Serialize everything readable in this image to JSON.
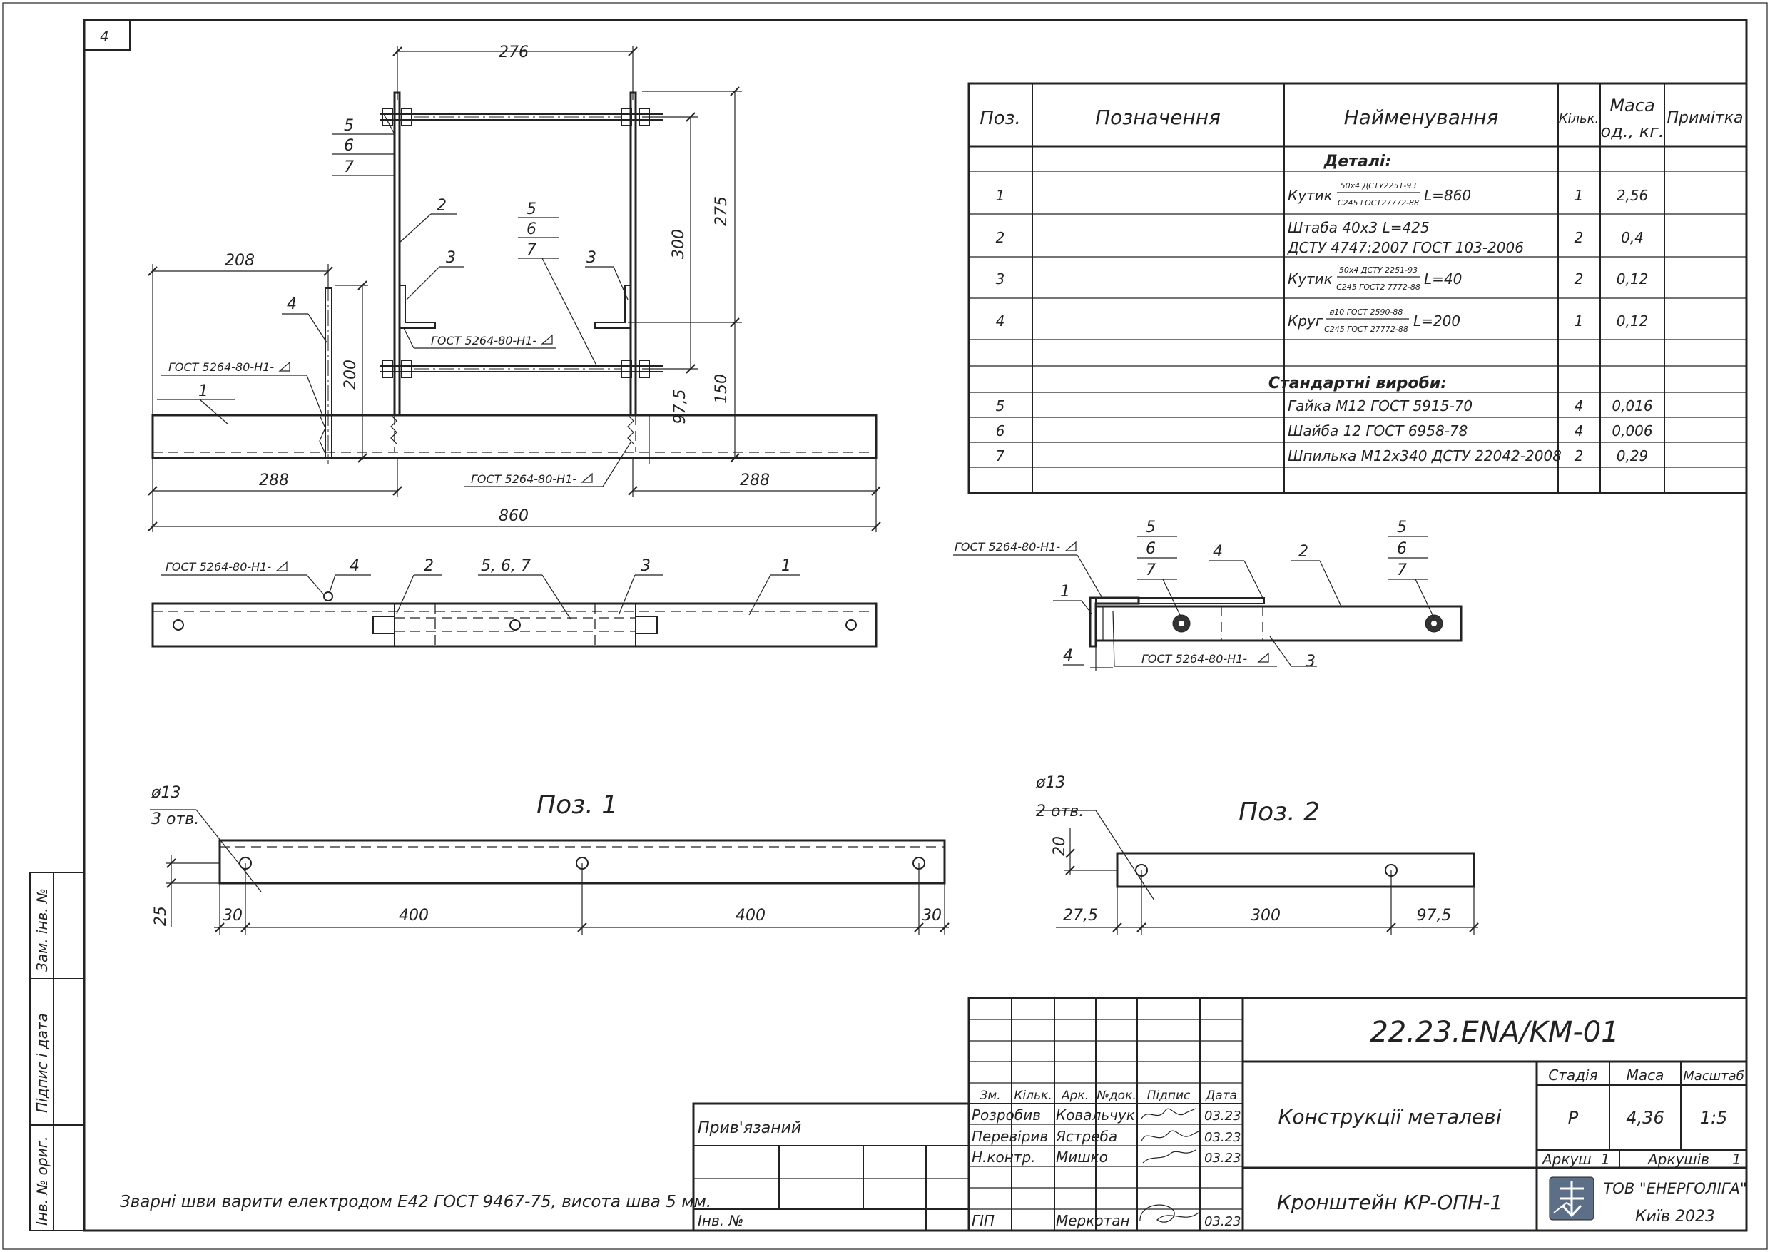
{
  "sheet_number": "4",
  "side_stamp": [
    "Зам. інв. №",
    "Підпис і дата",
    "Інв. № ориг."
  ],
  "spec_table": {
    "headers": [
      "Поз.",
      "Позначення",
      "Найменування",
      "Кільк.",
      "Маса од., кг.",
      "Примітка"
    ],
    "mass_header": [
      "Маса",
      "од., кг."
    ],
    "section_details": "Деталі:",
    "section_standard": "Стандартні вироби:",
    "rows": [
      {
        "pos": "1",
        "name": "Кутик",
        "frac_top": "50х4 ДСТУ2251-93",
        "frac_bot": "С245 ГОСТ27772-88",
        "suffix": "L=860",
        "qty": "1",
        "mass": "2,56"
      },
      {
        "pos": "2",
        "name": "Штаба 40х3 L=425",
        "name2": "ДСТУ 4747:2007 ГОСТ 103-2006",
        "qty": "2",
        "mass": "0,4"
      },
      {
        "pos": "3",
        "name": "Кутик",
        "frac_top": "50х4 ДСТУ 2251-93",
        "frac_bot": "С245 ГОСТ2 7772-88",
        "suffix": "L=40",
        "qty": "2",
        "mass": "0,12"
      },
      {
        "pos": "4",
        "name": "Круг",
        "frac_top": "ø10 ГОСТ 2590-88",
        "frac_bot": "С245 ГОСТ 27772-88",
        "suffix": "L=200",
        "qty": "1",
        "mass": "0,12"
      },
      {
        "pos": "5",
        "name": "Гайка М12 ГОСТ 5915-70",
        "qty": "4",
        "mass": "0,016"
      },
      {
        "pos": "6",
        "name": "Шайба 12 ГОСТ 6958-78",
        "qty": "4",
        "mass": "0,006"
      },
      {
        "pos": "7",
        "name": "Шпилька М12х340 ДСТУ 22042-2008",
        "qty": "2",
        "mass": "0,29"
      }
    ]
  },
  "drawing": {
    "dims_front": [
      "276",
      "275",
      "300",
      "208",
      "200",
      "150",
      "97,5",
      "288",
      "288",
      "860"
    ],
    "callouts_front": [
      "5",
      "6",
      "7",
      "2",
      "3",
      "5",
      "6",
      "7",
      "3",
      "4",
      "1"
    ],
    "weld_note": "ГОСТ 5264-80-Н1-",
    "callouts_plan": [
      "4",
      "2",
      "5, 6, 7",
      "3",
      "1"
    ],
    "callouts_side": [
      "5",
      "6",
      "7",
      "4",
      "2",
      "5",
      "6",
      "7",
      "1",
      "4",
      "3"
    ],
    "pos1": {
      "title": "Поз. 1",
      "hole": "ø13",
      "holes": "3 отв.",
      "dims": [
        "25",
        "30",
        "400",
        "400",
        "30"
      ]
    },
    "pos2": {
      "title": "Поз. 2",
      "hole": "ø13",
      "holes": "2 отв.",
      "dims": [
        "20",
        "27,5",
        "300",
        "97,5"
      ]
    }
  },
  "note": "Зварні шви варити електродом Е42 ГОСТ 9467-75, висота шва 5 мм.",
  "title_block": {
    "doc_code": "22.23.ENA/KM-01",
    "privyazaniy": "Прив'язаний",
    "inv_no": "Інв. №",
    "col_headers": [
      "Зм.",
      "Кільк.",
      "Арк.",
      "№док.",
      "Підпис",
      "Дата"
    ],
    "roles": [
      {
        "role": "Розробив",
        "name": "Ковальчук",
        "date": "03.23"
      },
      {
        "role": "Перевірив",
        "name": "Ястреба",
        "date": "03.23"
      },
      {
        "role": "Н.контр.",
        "name": "Мишко",
        "date": "03.23"
      },
      {
        "role": "ГІП",
        "name": "Меркотан",
        "date": "03.23"
      }
    ],
    "section_title": "Конструкції металеві",
    "item_title": "Кронштейн КР-ОПН-1",
    "stage_label": "Стадія",
    "mass_label": "Маса",
    "scale_label": "Масштаб",
    "stage": "Р",
    "mass": "4,36",
    "scale": "1:5",
    "sheet_label": "Аркуш",
    "sheet": "1",
    "sheets_label": "Аркушів",
    "sheets": "1",
    "company": "ТОВ \"ЕНЕРГОЛІГА\"",
    "city_year": "Київ 2023"
  }
}
